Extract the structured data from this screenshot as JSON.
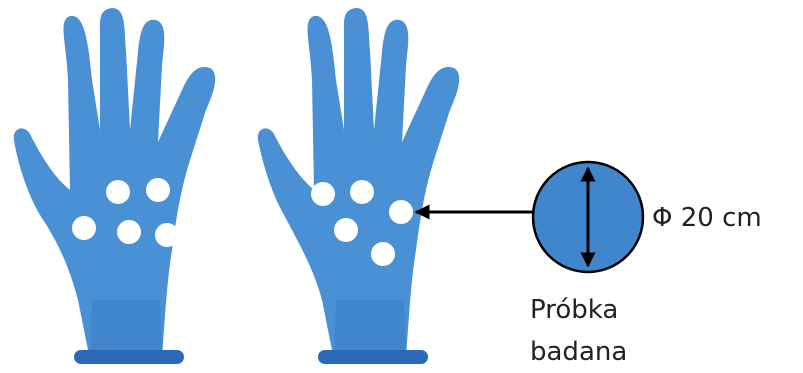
{
  "colors": {
    "glove": "#4a90d4",
    "glove_dark": "#2f6eb0",
    "glove_cuff": "#3f86cc",
    "glove_band": "#2a68b8",
    "dot": "#ffffff",
    "sample_fill": "#3f86cc",
    "outline": "#000000",
    "text": "#222222"
  },
  "diagram": {
    "diameter_label": "Φ 20 cm",
    "sample_label_line1": "Próbka",
    "sample_label_line2": "badana"
  },
  "icons": {
    "left_glove": "glove-icon",
    "right_glove": "glove-icon",
    "sample": "sample-circle-icon",
    "arrow": "arrow-left-icon",
    "diameter": "double-arrow-icon"
  }
}
